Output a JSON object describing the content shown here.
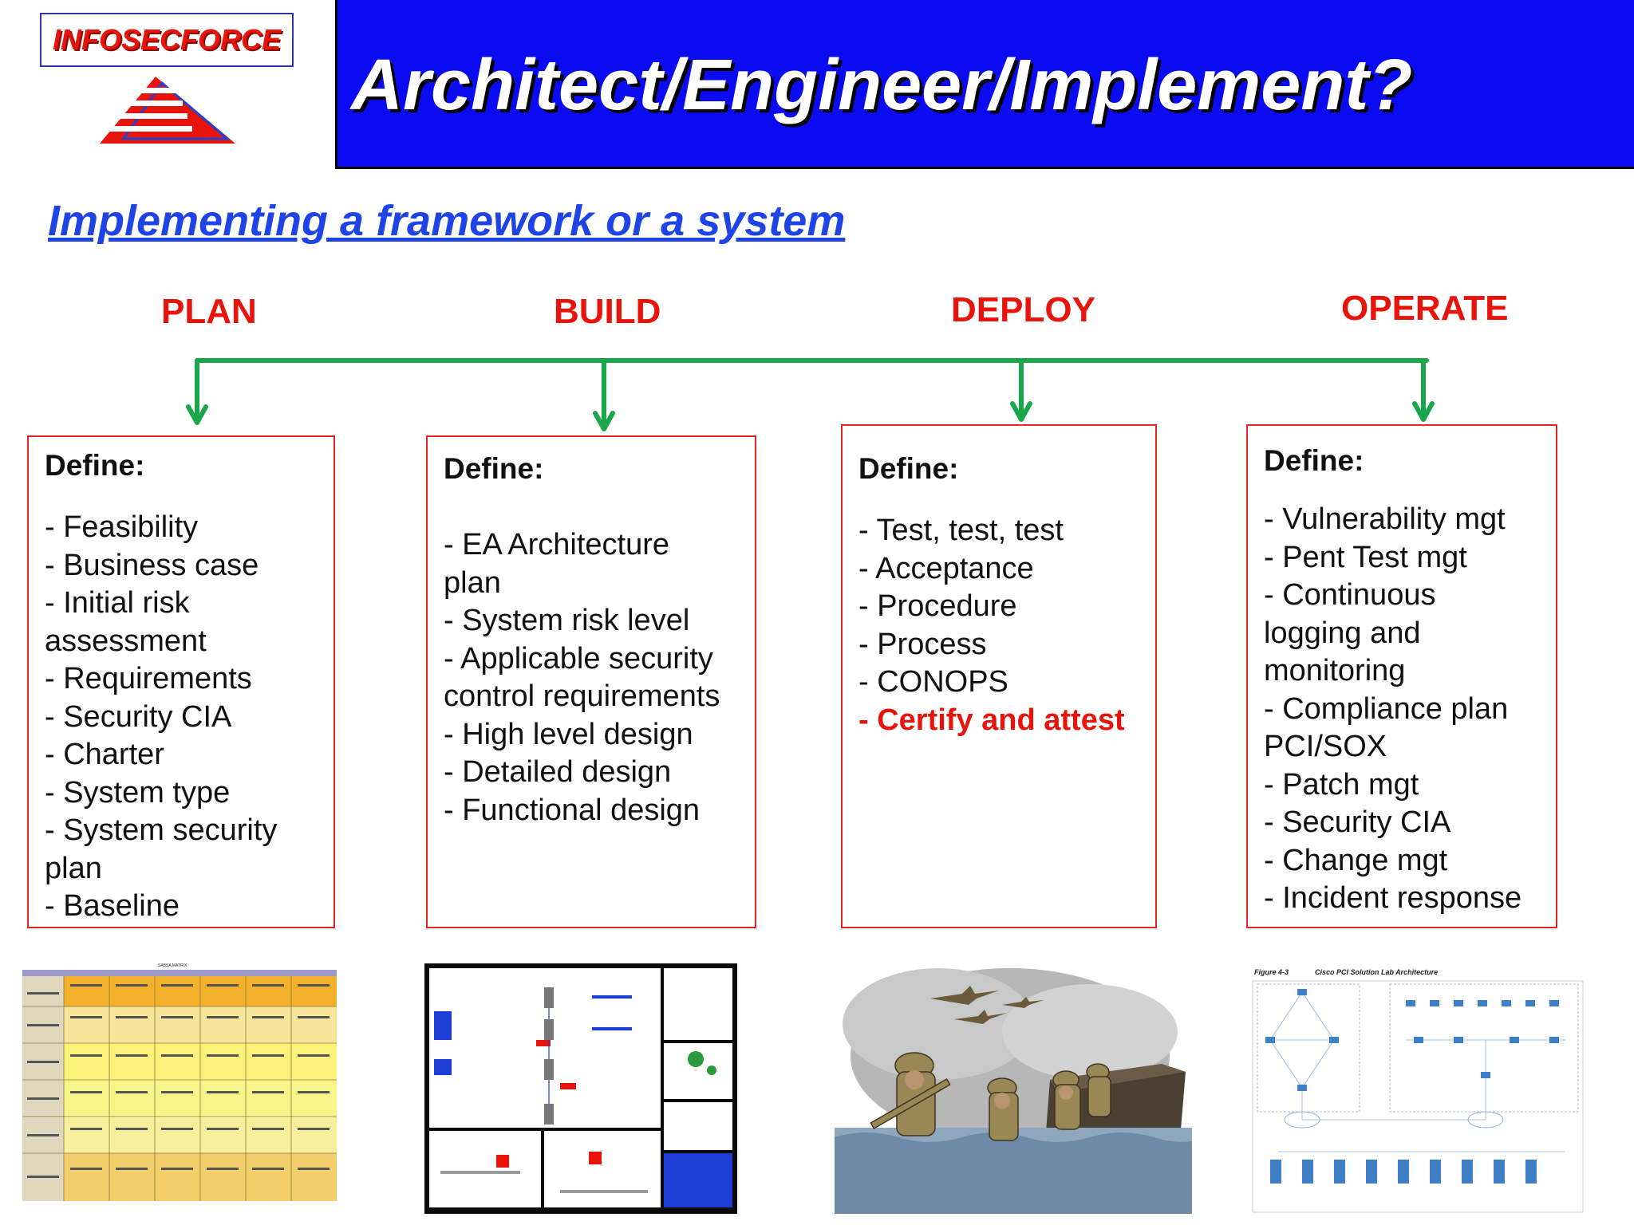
{
  "logo": {
    "name": "INFOSECFORCE"
  },
  "title": "Architect/Engineer/Implement?",
  "subtitle": "Implementing a framework or a system",
  "phases": [
    {
      "label": "PLAN",
      "define": "Define:",
      "items": [
        "- Feasibility",
        "- Business case",
        "- Initial risk",
        "assessment",
        "- Requirements",
        "- Security CIA",
        "- Charter",
        "- System type",
        "- System security",
        "plan",
        "- Baseline"
      ]
    },
    {
      "label": "BUILD",
      "define": "Define:",
      "items": [
        "- EA Architecture",
        "plan",
        "- System risk level",
        "- Applicable security",
        "control requirements",
        "- High level design",
        "- Detailed design",
        "- Functional design"
      ]
    },
    {
      "label": "DEPLOY",
      "define": "Define:",
      "items": [
        "- Test, test, test",
        "- Acceptance",
        "- Procedure",
        "- Process",
        "- CONOPS"
      ],
      "highlight": "- Certify and attest"
    },
    {
      "label": "OPERATE",
      "define": "Define:",
      "items": [
        "- Vulnerability mgt",
        "- Pent Test mgt",
        "- Continuous",
        "logging and",
        "monitoring",
        "- Compliance plan",
        "PCI/SOX",
        "- Patch mgt",
        "- Security CIA",
        "- Change mgt",
        "- Incident response"
      ]
    }
  ],
  "thumbnails": {
    "sabsa": {
      "title": "SABSA MATRIX"
    },
    "pci": {
      "caption": "Figure 4-3",
      "heading": "Cisco PCI Solution Lab Architecture"
    }
  },
  "colors": {
    "title_bar": "#0b0bf2",
    "phase_text": "#e8140c",
    "flow_line": "#1aa64a",
    "card_border": "#e62424",
    "subtitle": "#1f44e6"
  }
}
